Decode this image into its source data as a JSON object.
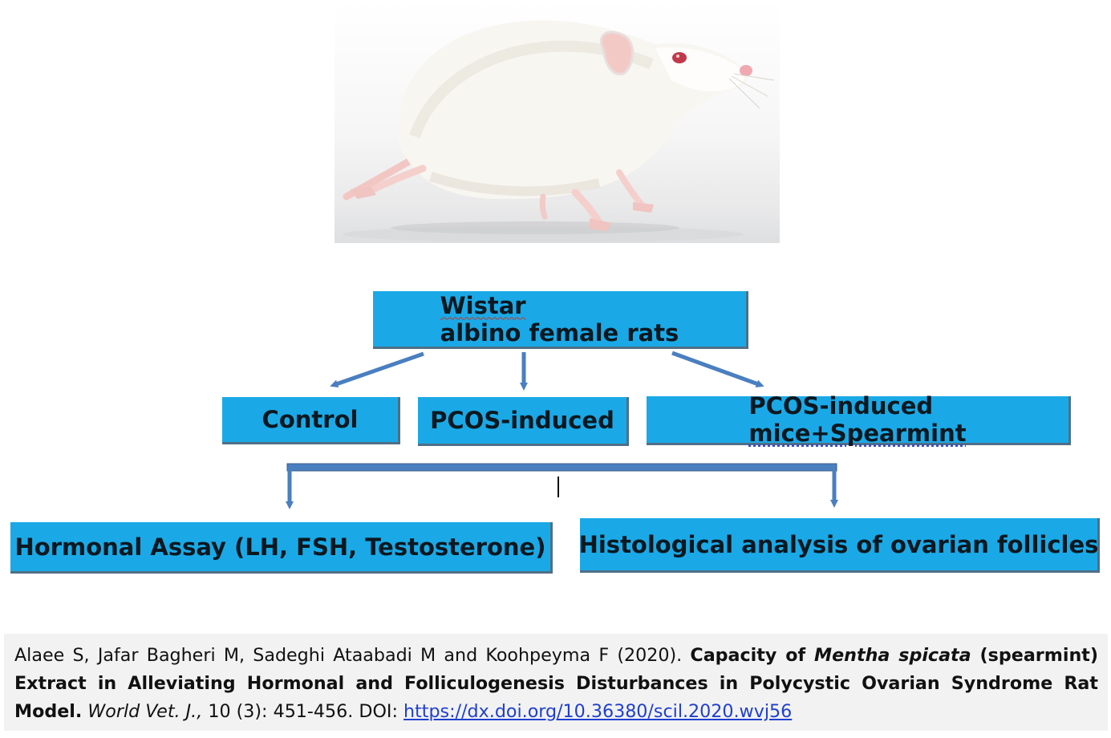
{
  "diagram": {
    "root": {
      "label_part1": "Wistar",
      "label_part2": " albino female rats"
    },
    "groups": [
      {
        "label": "Control"
      },
      {
        "label": "PCOS-induced"
      },
      {
        "label_part1": "PCOS-induced ",
        "label_part2": "mice+Spearmint"
      }
    ],
    "outcomes": [
      {
        "label": "Hormonal Assay (LH, FSH, Testosterone)"
      },
      {
        "label": "Histological analysis of ovarian follicles"
      }
    ]
  },
  "citation": {
    "authors": "Alaee S, Jafar Bagheri M, Sadeghi Ataabadi M and Koohpeyma F (2020). ",
    "title_part1": "Capacity of ",
    "title_italic": "Mentha spicata",
    "title_part2": " (spearmint) Extract in Alleviating Hormonal and Folliculogenesis Disturbances in Polycystic Ovarian Syndrome Rat Model.",
    "journal": "World Vet. J.,",
    "volume_pages": " 10 (3): 451-456. DOI: ",
    "doi_url": "https://dx.doi.org/10.36380/scil.2020.wvj56"
  }
}
